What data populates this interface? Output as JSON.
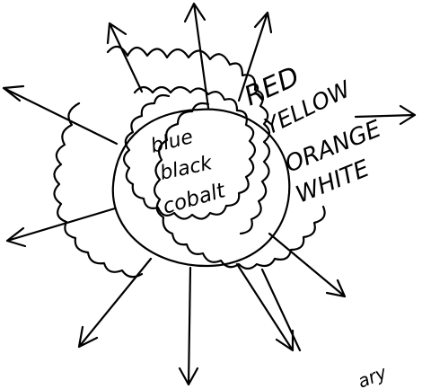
{
  "inner_labels": [
    "blue",
    "black",
    "cobalt"
  ],
  "outer_labels": [
    "RED",
    "YELLOW",
    "ORANGE",
    "WHITE"
  ],
  "corner_text": "ary",
  "ink_color": "#000000",
  "background_color": "#ffffff"
}
